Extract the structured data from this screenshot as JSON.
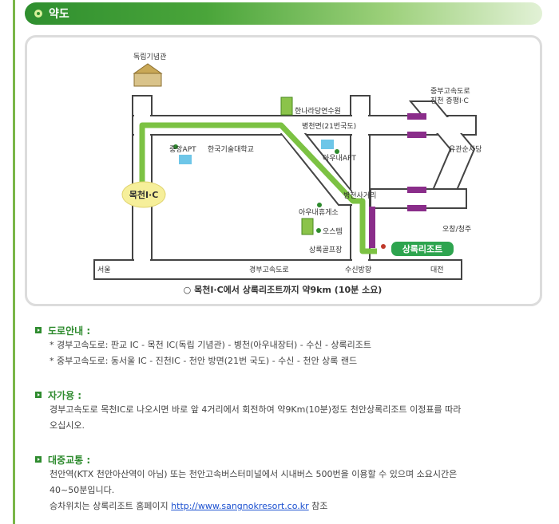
{
  "header": {
    "title": "약도"
  },
  "map": {
    "labels": {
      "independence_hall": "독립기념관",
      "junbu_expressway": "중부고속도로",
      "jincheon_ic": "진천 증평I·C",
      "hanaradang": "한나라당연수원",
      "byeongcheon": "병천면(21번국도)",
      "yugwansun": "유관순사당",
      "jungang_apt": "중앙APT",
      "korea_tech": "한국기술대학교",
      "aunae_apt": "아우내APT",
      "mokcheon_ic": "목천I·C",
      "byeongcheon_intersection": "병천사거리",
      "aunae_rest": "아우내휴게소",
      "ohseutem": "오스템",
      "ochang": "오창/청주",
      "sangnok_golf": "상록골프장",
      "sangnok_resort": "상록리조트",
      "seoul": "서울",
      "gyeongbu": "경부고속도로",
      "susin": "수신방향",
      "daejeon": "대전"
    },
    "caption": "○ 목천I·C에서 상록리조트까지 약9km (10분 소요)"
  },
  "sections": {
    "road": {
      "title": "도로안내 :",
      "lines": [
        "* 경부고속도로: 판교 IC - 목천 IC(독립 기념관) - 병천(아우내장터) - 수신 - 상록리조트",
        "* 중부고속도로: 동서울 IC - 진천IC - 천안 방면(21번 국도) - 수신 - 천안 상록 랜드"
      ]
    },
    "car": {
      "title": "자가용 :",
      "lines": [
        "경부고속도로 목천IC로 나오시면 바로 앞 4거리에서 회전하여 약9Km(10분)정도 천안상록리조트 이정표를 따라",
        "오십시오."
      ]
    },
    "transit": {
      "title": "대중교통 :",
      "lines": [
        "천안역(KTX 천안아산역이 아님) 또는 천안고속버스터미널에서 시내버스 500번을 이용할     수 있으며 소요시간은",
        "40~50분입니다."
      ],
      "last_prefix": "승차위치는 상록리조트 홈페이지 ",
      "link": "http://www.sangnokresort.co.kr",
      "last_suffix": " 참조"
    }
  }
}
